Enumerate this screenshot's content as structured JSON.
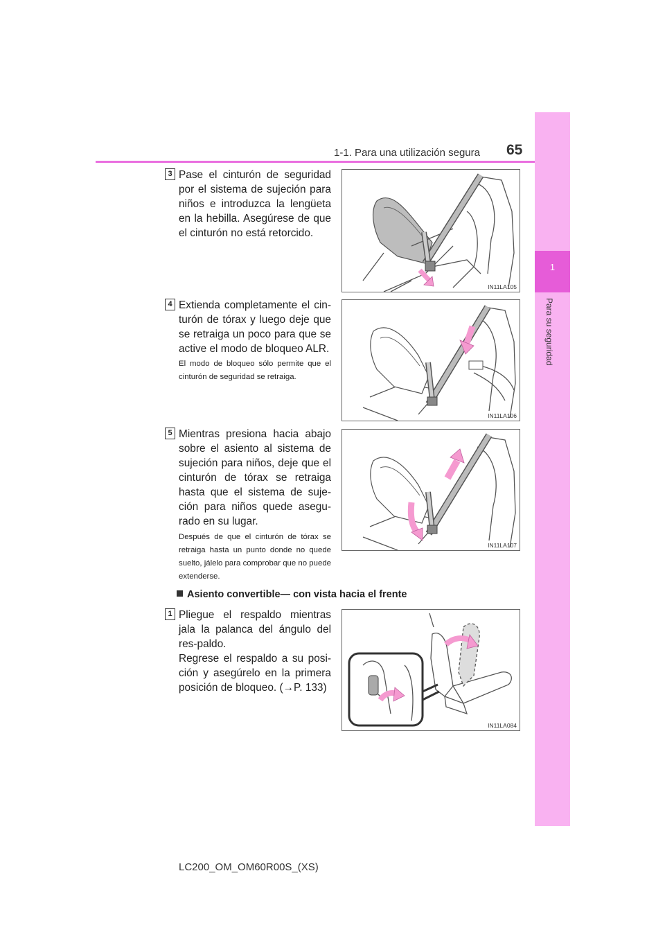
{
  "header": {
    "section_title": "1-1. Para una utilización segura",
    "page_number": "65"
  },
  "side_tab": {
    "chapter_number": "1",
    "chapter_name": "Para su seguridad"
  },
  "steps": [
    {
      "number": "3",
      "text": "Pase el cinturón de seguridad por el sistema de sujeción para niños e introduzca la lengüeta en la hebilla. Asegúrese de que el cinturón no está retorcido.",
      "figure_code": "IN11LA105"
    },
    {
      "number": "4",
      "text": "Extienda completamente el cin-turón de tórax y luego deje que se retraiga un poco para que se active el modo de bloqueo ALR.",
      "note": "El modo de bloqueo sólo permite que el cinturón de seguridad se retraiga.",
      "figure_code": "IN11LA106"
    },
    {
      "number": "5",
      "text": "Mientras presiona hacia abajo sobre el asiento al sistema de sujeción para niños, deje que el cinturón de tórax se retraiga hasta que el sistema de suje-ción para niños quede asegu-rado en su lugar.",
      "note": "Después de que el cinturón de tórax se retraiga hasta un punto donde no quede suelto, jálelo para comprobar que no puede extenderse.",
      "figure_code": "IN11LA107"
    }
  ],
  "subsection": {
    "heading": "Asiento convertible— con vista hacia el frente",
    "step_number": "1",
    "text_1": "Pliegue el respaldo mientras jala la palanca del ángulo del res-paldo.",
    "text_2": "Regrese el respaldo a su posi-ción y asegúrelo en la primera posición de bloqueo. (→P. 133)",
    "figure_code": "IN11LA084"
  },
  "footer": {
    "doc_code": "LC200_OM_OM60R00S_(XS)"
  },
  "colors": {
    "accent_pink": "#ea6fe0",
    "tab_light": "#f9b2f1",
    "tab_dark": "#e65cd8",
    "arrow_pink": "#f59ad0"
  }
}
